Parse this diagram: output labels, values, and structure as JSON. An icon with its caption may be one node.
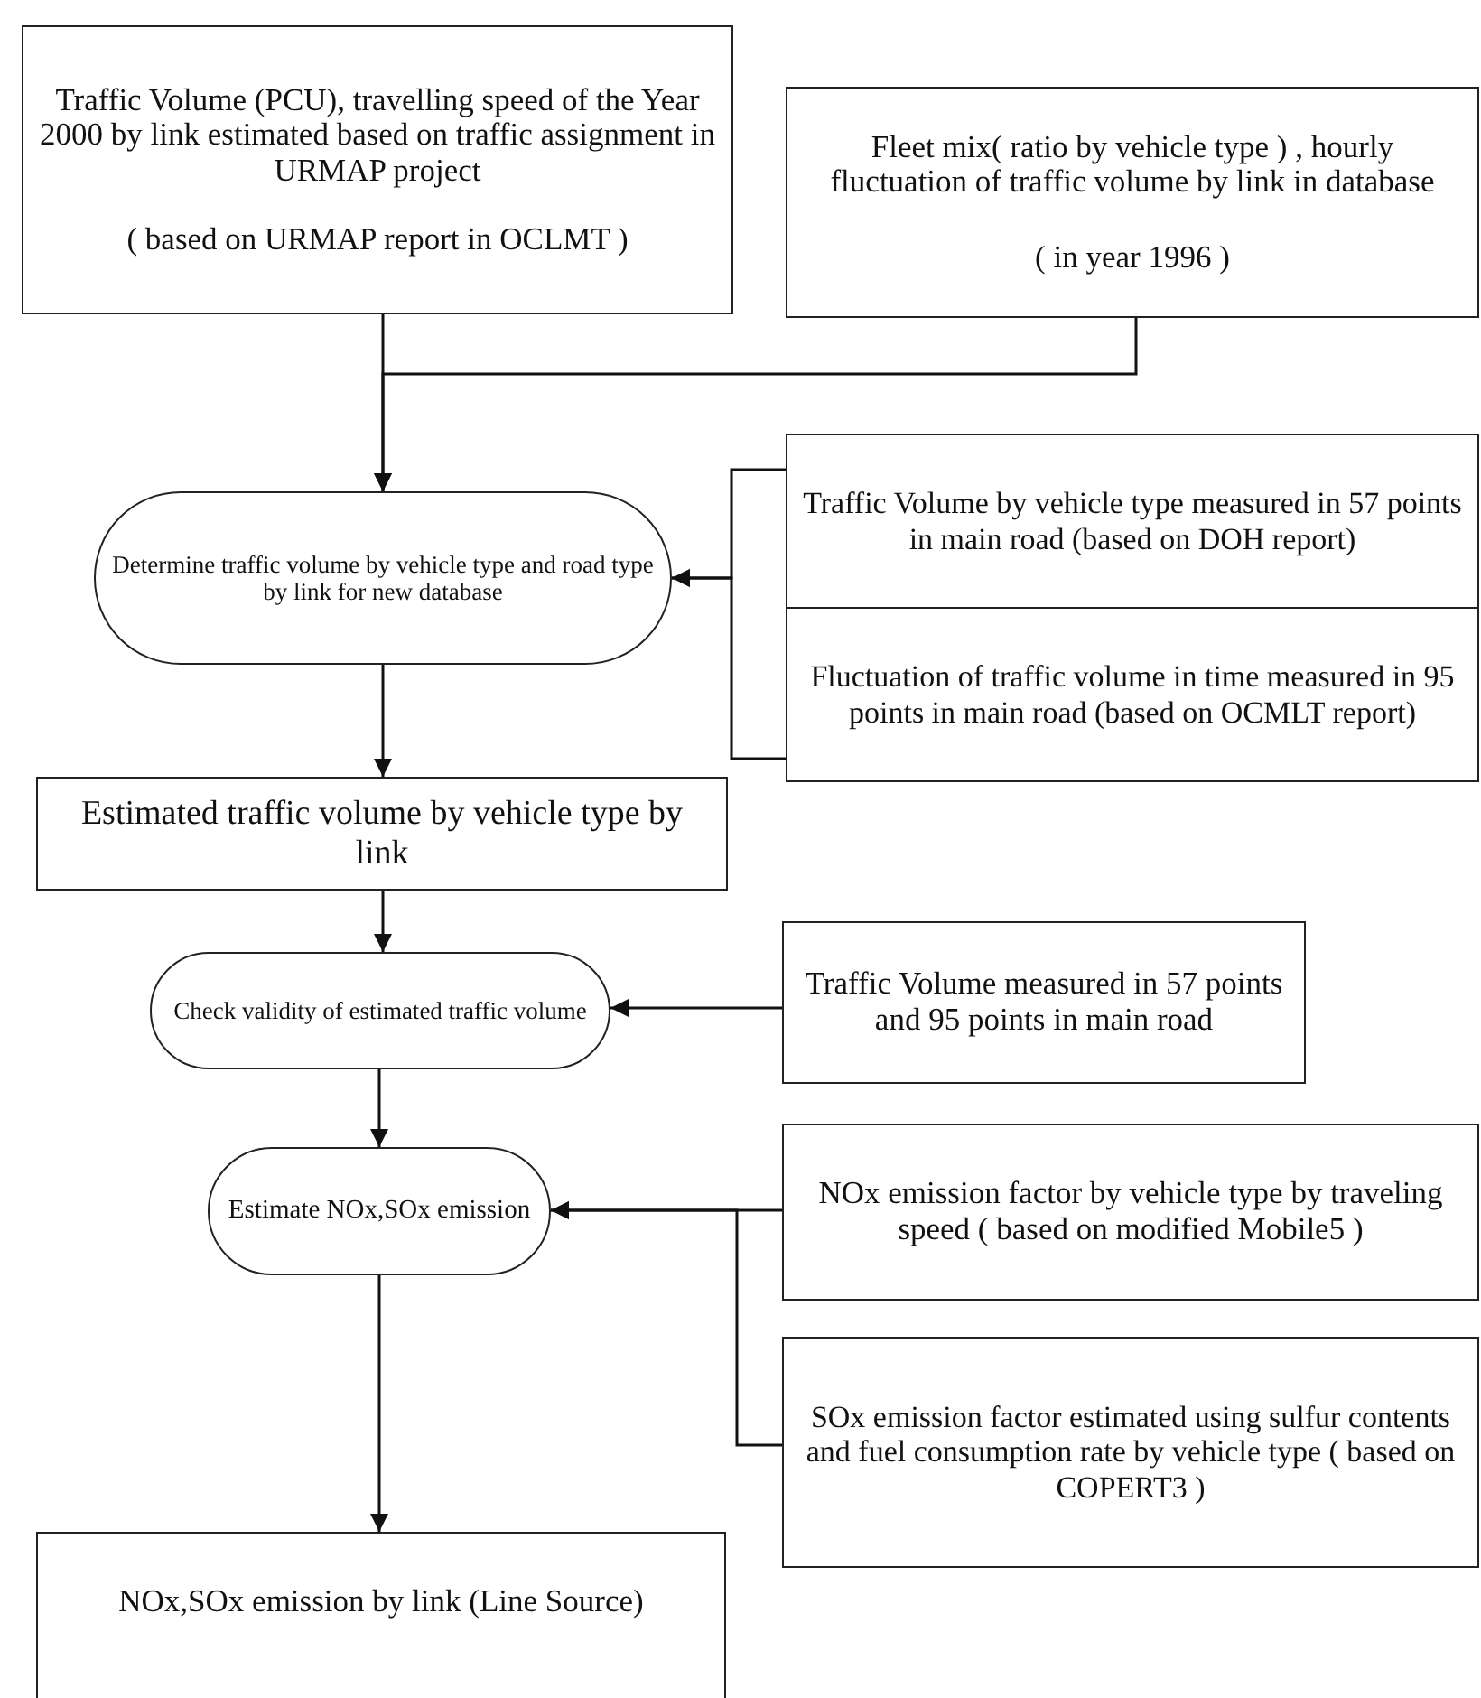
{
  "diagram": {
    "nodes": [
      {
        "text": [
          "Traffic Volume (PCU), travelling speed of the Year 2000 by link estimated based on traffic assignment in URMAP project",
          "( based on URMAP report in OCLMT )"
        ]
      },
      {
        "text": [
          "Fleet mix( ratio by vehicle type ) , hourly fluctuation of traffic volume by link in database",
          "( in year 1996 )"
        ]
      },
      {
        "text": [
          "Determine traffic volume by vehicle type and road type by link for new database"
        ]
      },
      {
        "text": [
          "Traffic Volume by vehicle type measured in 57 points in main road (based on DOH report)"
        ]
      },
      {
        "text": [
          "Fluctuation of traffic volume in time measured in 95 points in main road (based on OCMLT report)"
        ]
      },
      {
        "text": [
          "Estimated traffic volume by vehicle type by link"
        ]
      },
      {
        "text": [
          "Check validity of estimated traffic volume"
        ]
      },
      {
        "text": [
          "Traffic Volume measured in 57 points and 95 points in main road"
        ]
      },
      {
        "text": [
          "Estimate NOx,SOx emission"
        ]
      },
      {
        "text": [
          "NOx emission factor by vehicle type by traveling speed ( based on modified Mobile5 )"
        ]
      },
      {
        "text": [
          "SOx emission factor estimated using sulfur contents and fuel consumption rate by vehicle type ( based on COPERT3 )"
        ]
      },
      {
        "text": [
          "NOx,SOx emission by link (Line Source)"
        ]
      }
    ],
    "edges": [
      {
        "from": 0,
        "to": 2,
        "arrow": "to"
      },
      {
        "from": 1,
        "to": 2,
        "arrow": "to"
      },
      {
        "from": 3,
        "to": 2,
        "arrow": "to"
      },
      {
        "from": 4,
        "to": 2,
        "arrow": "to"
      },
      {
        "from": 2,
        "to": 5,
        "arrow": "to"
      },
      {
        "from": 5,
        "to": 6,
        "arrow": "to"
      },
      {
        "from": 7,
        "to": 6,
        "arrow": "to"
      },
      {
        "from": 6,
        "to": 8,
        "arrow": "to"
      },
      {
        "from": 9,
        "to": 8,
        "arrow": "to"
      },
      {
        "from": 10,
        "to": 8,
        "arrow": "to"
      },
      {
        "from": 8,
        "to": 11,
        "arrow": "to"
      }
    ]
  }
}
